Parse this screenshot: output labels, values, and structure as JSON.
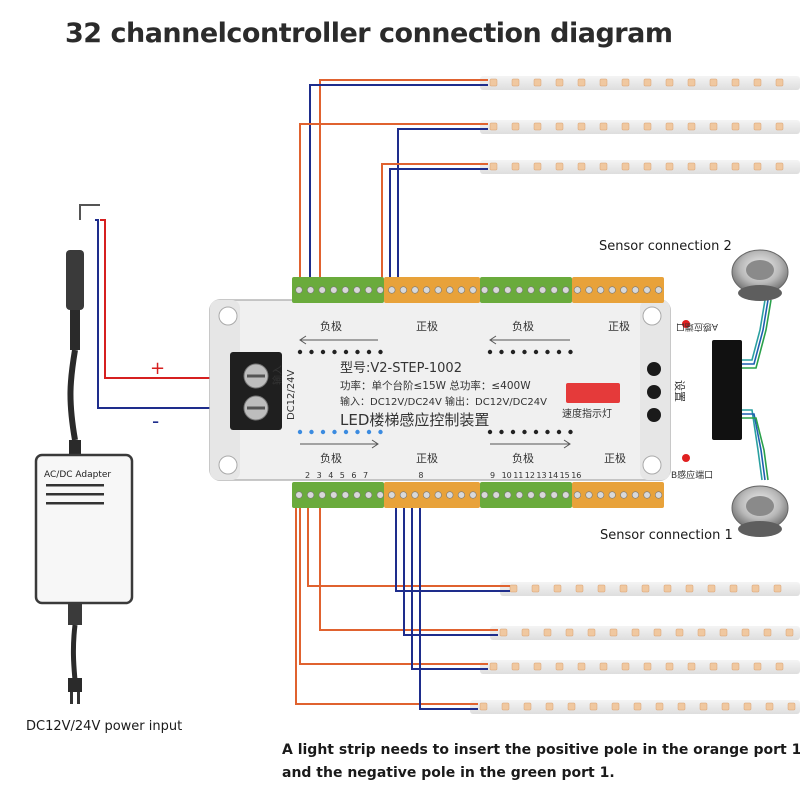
{
  "title": "32 channelcontroller connection diagram",
  "labels": {
    "sensor_2": "Sensor connection 2",
    "sensor_1": "Sensor connection 1",
    "power_input": "DC12V/24V power input",
    "adapter": "AC/DC Adapter",
    "plus": "+",
    "minus": "-"
  },
  "note": {
    "line1": "A light strip needs to insert the positive pole in the orange port 1",
    "line2": "and the negative pole in the green port 1."
  },
  "controller": {
    "model": "型号:V2-STEP-1002",
    "power": "功率：单个台阶≤15W 总功率：≤400W",
    "io": "输入：DC12V/DC24V 输出：DC12V/DC24V",
    "name": "LED楼梯感应控制装置",
    "speed": "速度指示灯",
    "input_side": "DC12/24V",
    "input_cn": "输入",
    "top_neg_a": "负极",
    "top_pos_a": "正极",
    "top_neg_b": "负极",
    "top_pos_b": "正极",
    "bot_neg_a": "负极",
    "bot_pos_a": "正极",
    "bot_neg_b": "负极",
    "bot_pos_b": "正极",
    "sensor_a_port": "A感应端口",
    "sensor_b_port": "B感应端口",
    "set": "设置",
    "bottom_numbers": [
      "2",
      "3",
      "4",
      "5",
      "6",
      "7",
      "8",
      "9",
      "10",
      "11",
      "12",
      "13",
      "14",
      "15",
      "16"
    ]
  },
  "colors": {
    "orange_wire": "#e0622f",
    "blue_wire": "#1e2d8c",
    "red_wire": "#d62020",
    "green_terminal": "#6aab3c",
    "orange_terminal": "#e8a23a"
  }
}
